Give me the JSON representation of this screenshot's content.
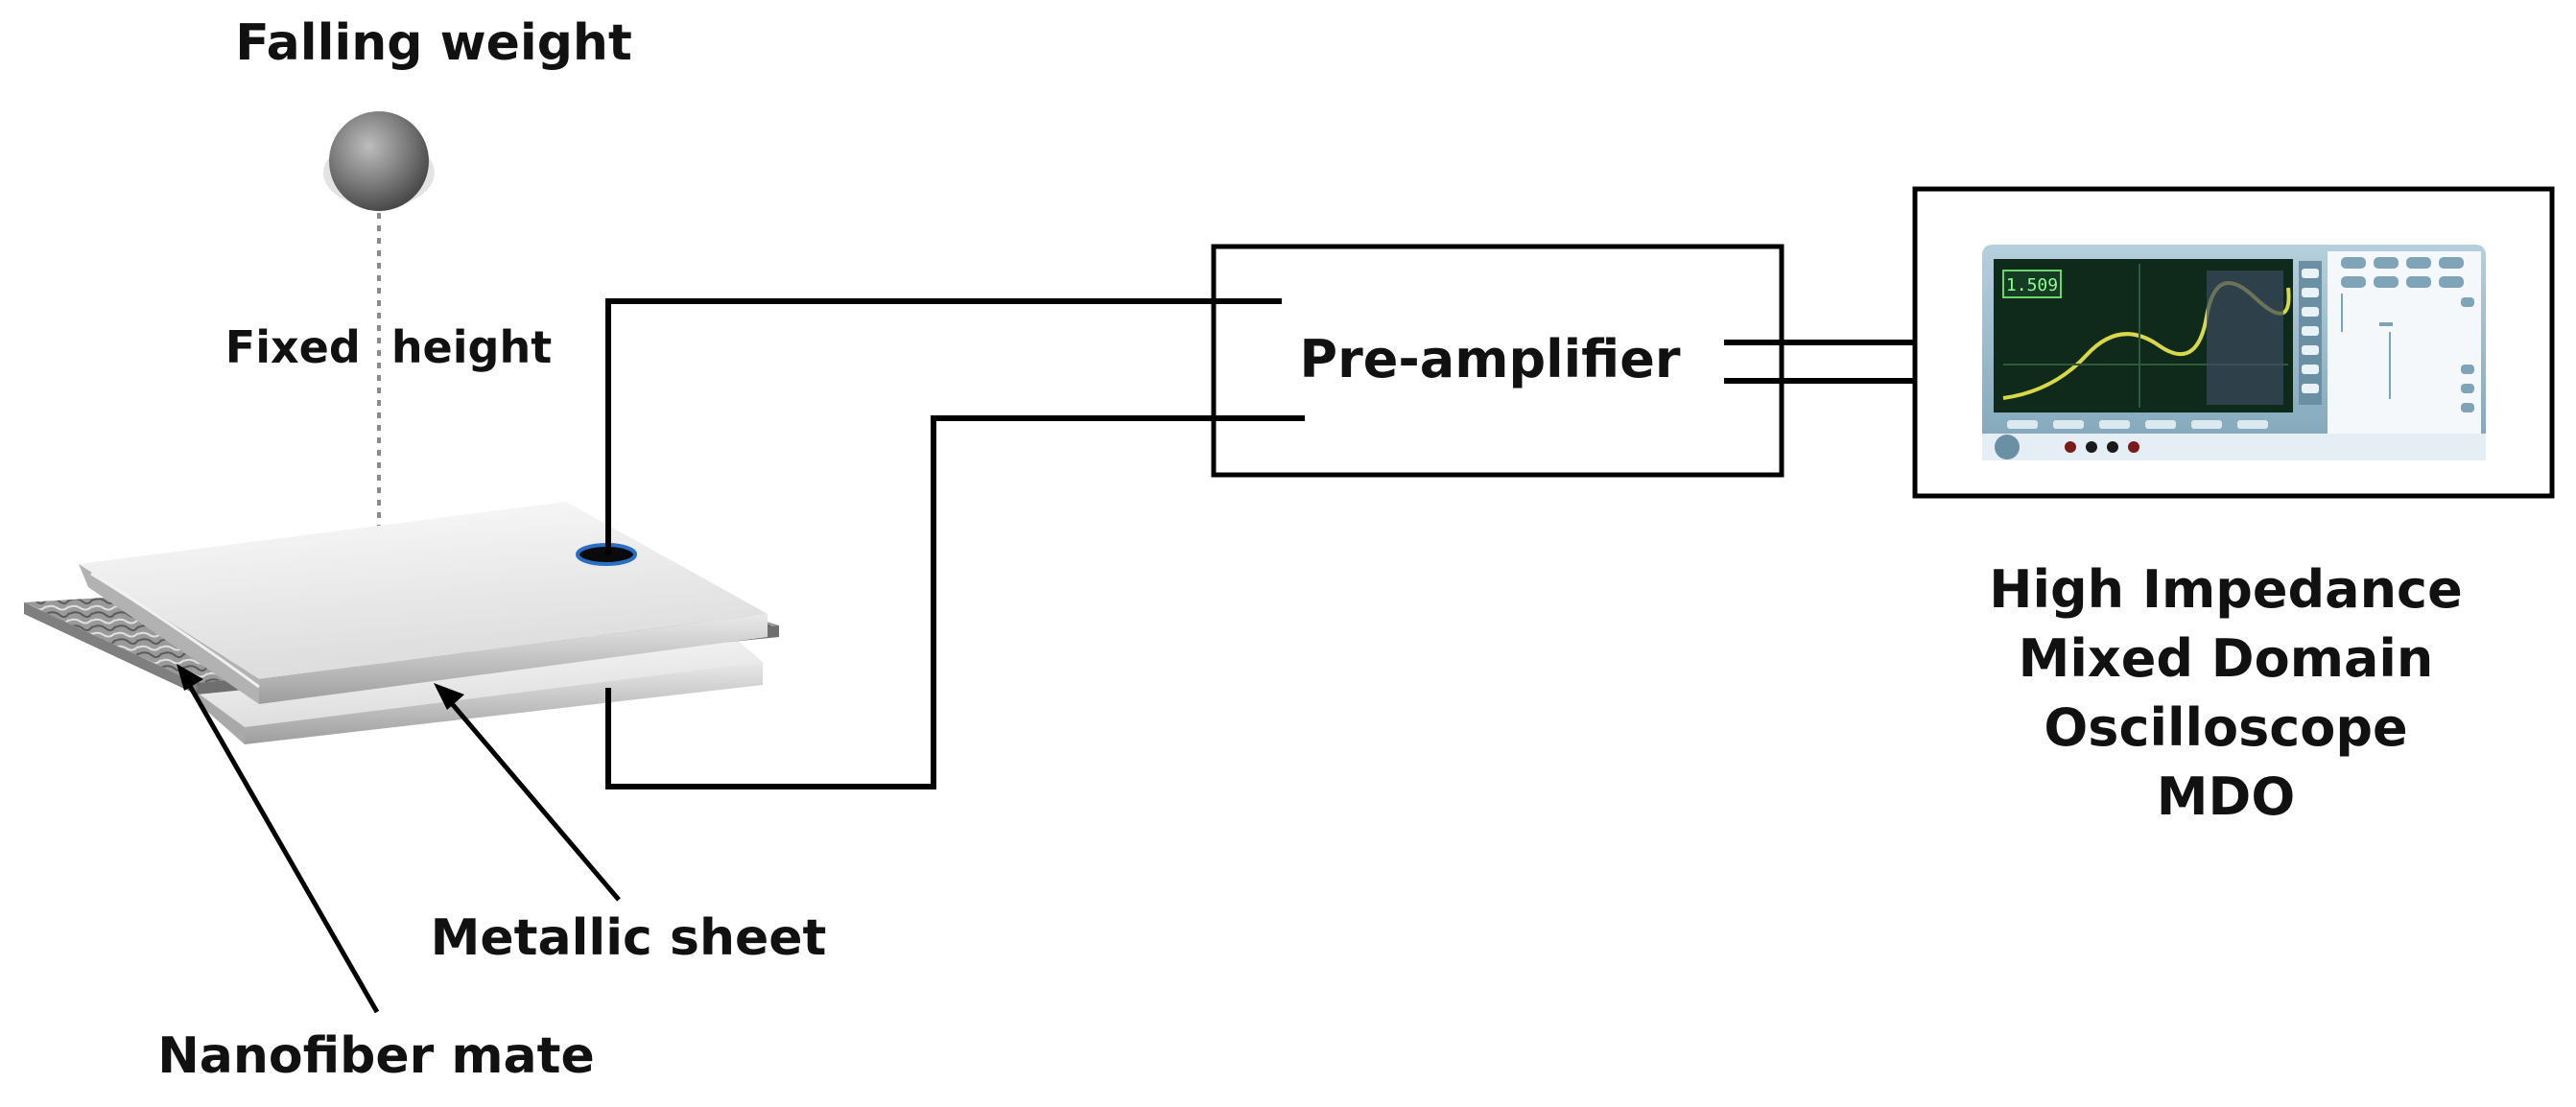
{
  "labels": {
    "falling_weight": "Falling weight",
    "fixed_height": "Fixed  height",
    "pre_amplifier": "Pre-amplifier",
    "oscilloscope_line1": "High Impedance",
    "oscilloscope_line2": "Mixed Domain",
    "oscilloscope_line3": "Oscilloscope",
    "oscilloscope_line4": "MDO",
    "metallic_sheet": "Metallic sheet",
    "nanofiber_mate": "Nanofiber mate"
  },
  "scope_screen": {
    "readout": "1.509"
  },
  "colors": {
    "line": "#000000",
    "text": "#111111",
    "sheet_light": "#f2f2f2",
    "sheet_shadow": "#b8b8b8",
    "weight": "#7a7a7a",
    "scope_body": "#8fb3c6",
    "scope_screen": "#0f2a1a",
    "scope_trace": "#d8d84a",
    "electrode": "#2a6fc2"
  }
}
